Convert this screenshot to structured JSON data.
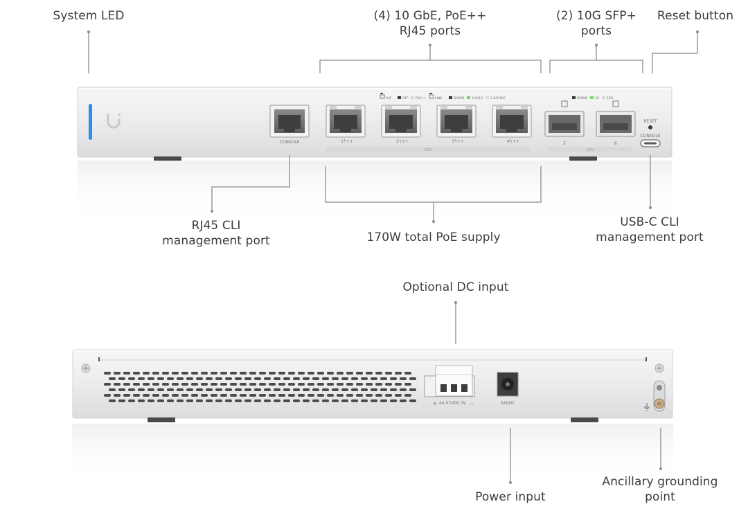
{
  "callouts": {
    "system_led": "System LED",
    "rj45_ports": [
      "(4) 10 GbE, PoE++",
      "RJ45 ports"
    ],
    "sfp_ports": [
      "(2) 10G SFP+",
      "ports"
    ],
    "reset_button": "Reset button",
    "rj45_cli": [
      "RJ45 CLI",
      "management port"
    ],
    "poe_supply": "170W total PoE supply",
    "usbc_cli": [
      "USB-C CLI",
      "management port"
    ],
    "dc_input": "Optional DC input",
    "power_input": "Power input",
    "grounding": [
      "Ancillary grounding",
      "point"
    ]
  },
  "front_panel": {
    "console_label": "CONSOLE",
    "port_numbers": [
      "1",
      "2",
      "3",
      "4",
      "5",
      "6"
    ],
    "poe_mark": "ϟ++",
    "reset_label": "RESET",
    "usbc_label": "CONSOLE",
    "legend_poe": [
      "PoE",
      "OFF",
      "PoE++"
    ],
    "legend_link": [
      "LINK",
      "DOWN",
      "100/1G",
      "2.5/5/10G"
    ],
    "legend_sfp": [
      "DOWN",
      "1G",
      "10G"
    ],
    "rj45_bar_label": "10G",
    "sfp_bar_label": "10G"
  },
  "rear_panel": {
    "dc_terminal_label": "44-57VDC IN",
    "dc_plus": "+",
    "dc_minus": "—",
    "dc_jack_label": "54VDC"
  },
  "colors": {
    "accent_led": "#2a8cf5",
    "chassis": "#ececed",
    "leader_line": "#8c8c8c"
  },
  "icons": [
    "ubiquiti-logo-icon",
    "ground-symbol-icon"
  ]
}
